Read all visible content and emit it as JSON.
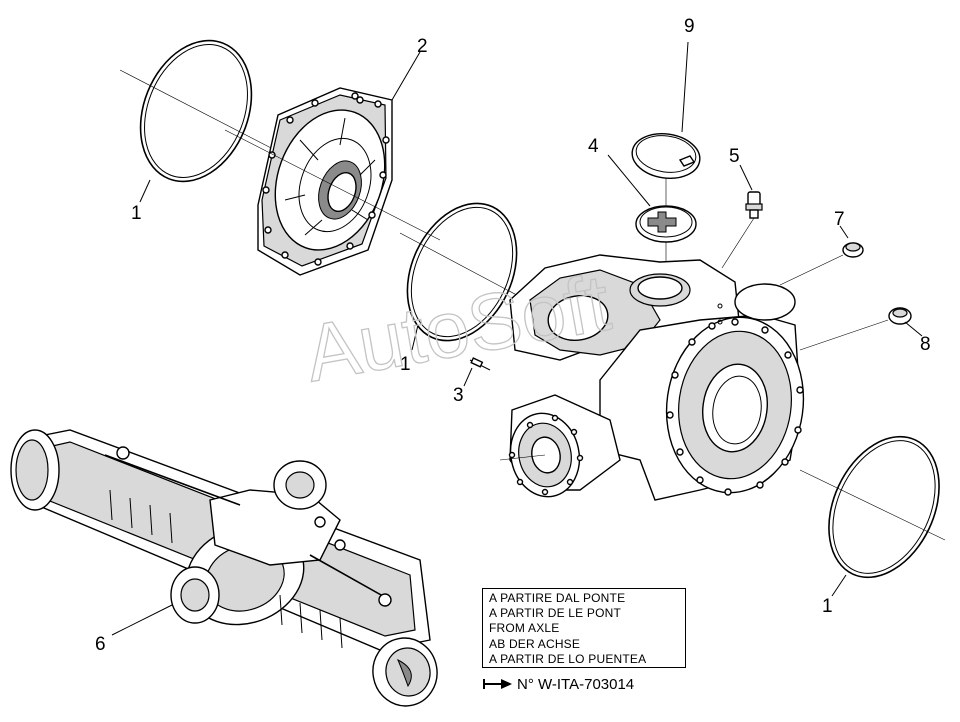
{
  "watermark": "AutoSoft",
  "callouts": {
    "c1a": "1",
    "c1b": "1",
    "c1c": "1",
    "c2": "2",
    "c3": "3",
    "c4": "4",
    "c5": "5",
    "c6": "6",
    "c7": "7",
    "c8": "8",
    "c9": "9"
  },
  "note": {
    "lines": [
      "A PARTIRE DAL PONTE",
      "A PARTIR DE LE PONT",
      "FROM AXLE",
      "AB DER ACHSE",
      "A PARTIR DE LO PUENTEA"
    ],
    "serial": "N° W-ITA-703014"
  }
}
